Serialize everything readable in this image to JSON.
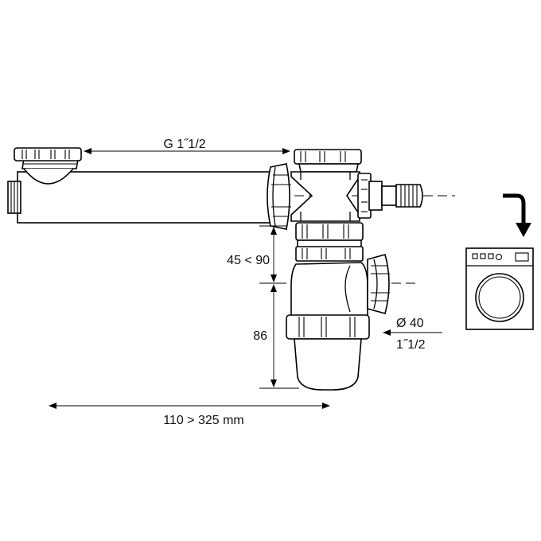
{
  "dimensions": {
    "thread_label": "G 1˝1/2",
    "angle_range": "45 < 90",
    "height": "86",
    "diameter": "Ø 40",
    "outlet_thread": "1˝1/2",
    "length_range": "110 > 325 mm"
  },
  "icons": {
    "arrow": "down-turn-arrow-icon",
    "appliance": "washing-machine-icon"
  }
}
